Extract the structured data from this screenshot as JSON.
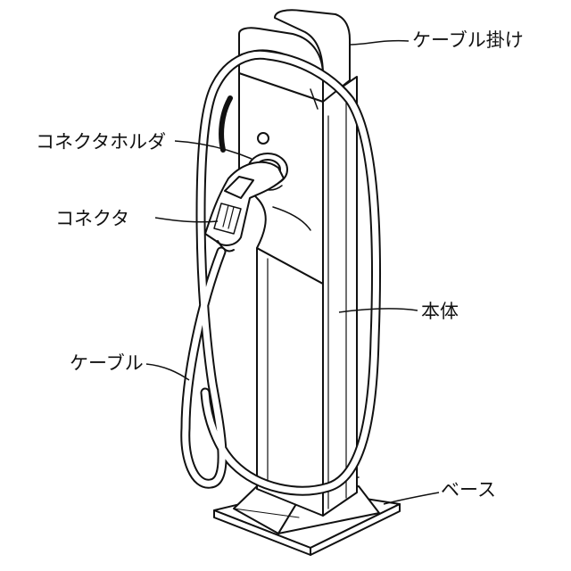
{
  "labels": {
    "cable_hanger": "ケーブル掛け",
    "connector_holder": "コネクタホルダ",
    "connector": "コネクタ",
    "main_body": "本体",
    "cable": "ケーブル",
    "base": "ベース"
  }
}
